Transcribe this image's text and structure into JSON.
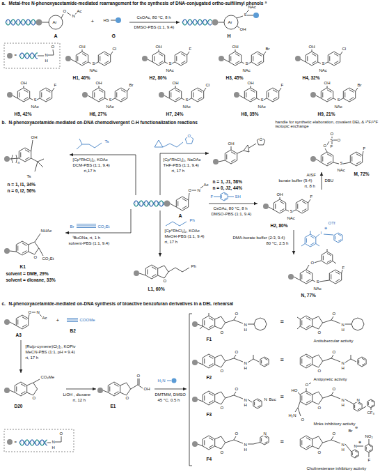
{
  "diagram": {
    "labels": [
      "a.",
      "Metal-free N-phenoxyacetamide-mediated rearrangement for the synthesis of DNA-conjugated ortho-sulfilimyl phenols",
      "a",
      "O",
      "N",
      "Ac",
      "Ar",
      "A",
      "+",
      "HS",
      "G",
      "CsOAc, 80 °C, 8 h",
      "DMSO-PBS (1:1, 9.4)",
      "NAc",
      "S",
      "Ar",
      "OH",
      "H",
      "=",
      "O",
      "N",
      "H",
      "OH",
      "S",
      "NAc",
      "Cl",
      "H1, 40%",
      "OH",
      "S",
      "NAc",
      "F",
      "H2, 80%",
      "OH",
      "S",
      "NAc",
      "Br",
      "H3, 45%",
      "OH",
      "S",
      "NAc",
      "Cl",
      "H4, 32%",
      "OH",
      "S",
      "NAc",
      "F",
      "H5, 42%",
      "OH",
      "S",
      "NAc",
      "Br",
      "H6, 27%",
      "OH",
      "S",
      "NAc",
      "Cl",
      "H7, 24%",
      "OH",
      "S",
      "NAc",
      "F",
      "H8, 35%",
      "OH",
      "S",
      "NAc",
      "Br",
      "H9, 21%",
      "b.",
      "N-phenoxyacetamide-mediated on-DNA chemodivergent C-H functionalization reactions",
      "O",
      "N",
      "Ac",
      "A",
      "OH",
      "n",
      "Ts",
      "n = 1, I1, 34%",
      "n = 0, I2, 56%",
      "Ts",
      "[Cp*RhCl₂]₂, KOAc",
      "DCM-PBS (1:1, 9.4)",
      "rt,17 h",
      "O",
      "[Cp*RhCl₂]₂, NaOAc",
      "THF-PBS (1:1, 9.4)",
      "rt, 17 h",
      "OH",
      "O",
      "n = 1, J1, 58%",
      "n = 0, J2, 44%",
      "F",
      "SH",
      "CsOAc, 80 °C, 8 h",
      "DMSO-PBS (1:1, 9.4)",
      "OH",
      "S",
      "NAc",
      "F",
      "H2, 80%",
      "handle for synthetic elaboration, covalent DEL & ¹⁸F/¹⁹F isotopic exchange",
      "AISF",
      "borate buffer (9.4)",
      "rt, 8 h",
      "DBU",
      "O",
      "S",
      "O",
      "O",
      "F",
      "S",
      "NAc",
      "F",
      "M, 72%",
      "I",
      "⊕",
      "OTf",
      "DMA-borate buffer (2:3, 9.4)",
      "80 °C, 2.5 h",
      "O",
      "S",
      "NAc",
      "F",
      "N, 77%",
      "Br",
      "CO₂Et",
      "ᵗBuONa, rt, 1 h",
      "solvent-PBS (1:1, 9.4)",
      "NHAc",
      "O",
      "CO₂Et",
      "K1",
      "solvent = DME, 29%",
      "solvent = dioxane, 33%",
      "Ph",
      "[Cp*RhCl₂]₂, KOAc",
      "MeOH-PBS (1:1, 9.4)",
      "rt, 17 h",
      "O",
      "Ph",
      "L1, 60%",
      "c.",
      "N-phenoxyacetamide-mediated on-DNA synthesis of bioactive benzofuran derivatives in a DEL rehearsal",
      "O",
      "N",
      "Ac",
      "A3",
      "+",
      "COOMe",
      "B2",
      "[Ru(p-cymene)Cl₂]₂, KOPiv",
      "MeCN-PBS (1:1, pH = 9.4)",
      "rt, 17 h",
      "O",
      "CO₂Me",
      "D20",
      "LiOH , dioxane",
      "rt, 12 h",
      "O",
      "O",
      "OH",
      "E1",
      "H₂N",
      "DMTMM, DMSO",
      "45 °C, 0.5 h",
      "=",
      "O",
      "N",
      "H",
      "O",
      "O",
      "N",
      "H",
      "F1",
      "≡",
      "O",
      "O",
      "N",
      "H",
      "Antitubercular activity",
      "O",
      "O",
      "N",
      "H",
      "F2",
      "≡",
      "O",
      "O",
      "N",
      "H",
      "Antipyretic activity",
      "O",
      "O",
      "N",
      "H",
      "N",
      "Boc",
      "F3",
      "≡",
      "HO",
      "O",
      "O",
      "H₂N",
      "O",
      "O",
      "N",
      "H",
      "N",
      "CF₃",
      "Mnks inhibitory activity",
      "O",
      "O",
      "N",
      "H",
      "N",
      "F4",
      "≡",
      "O",
      "O",
      "N",
      "H",
      "Br",
      "⊖",
      "N",
      "⊕",
      "NO₂",
      "F",
      "Cholinesterase inhibitory activity"
    ]
  }
}
